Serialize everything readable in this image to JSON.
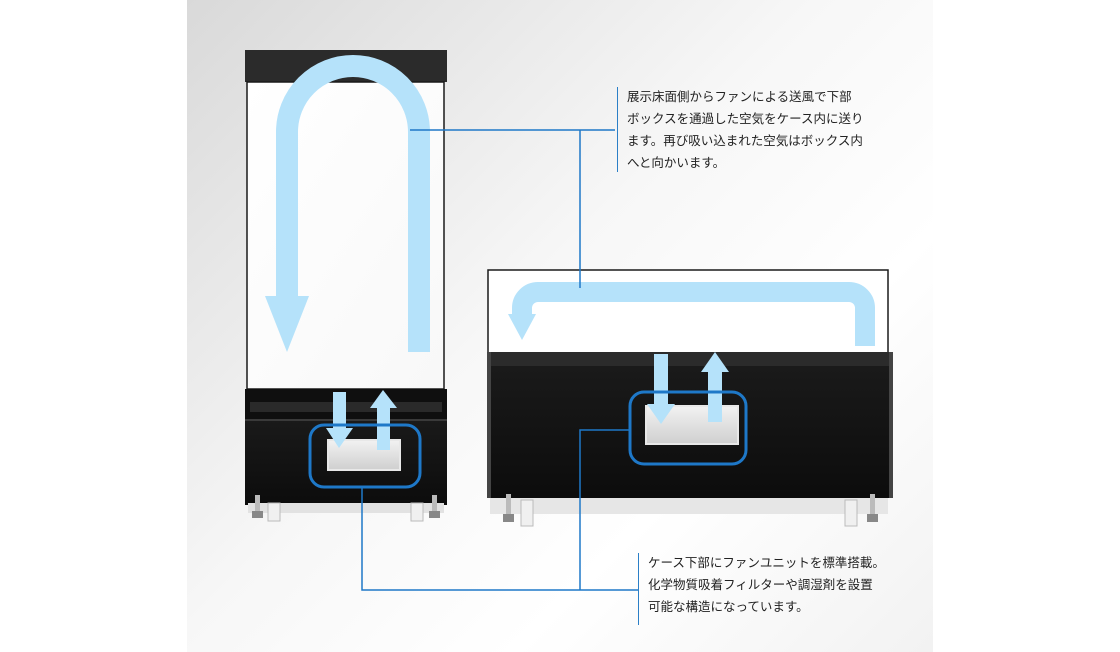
{
  "notes": {
    "airflow": {
      "lines": [
        "展示床面側からファンによる送風で下部",
        "ボックスを通過した空気をケース内に送り",
        "ます。再び吸い込まれた空気はボックス内",
        "へと向かいます。"
      ]
    },
    "fan_unit": {
      "lines": [
        "ケース下部にファンユニットを標準搭載。",
        "化学物質吸着フィルターや調湿剤を設置",
        "可能な構造になっています。"
      ]
    }
  },
  "colors": {
    "airflow_arrow": "#b5e2fa",
    "callout": "#1e78c8",
    "case_base": "#141414",
    "case_top": "#2b2b2b",
    "fan_unit": "#dcdcdc"
  }
}
